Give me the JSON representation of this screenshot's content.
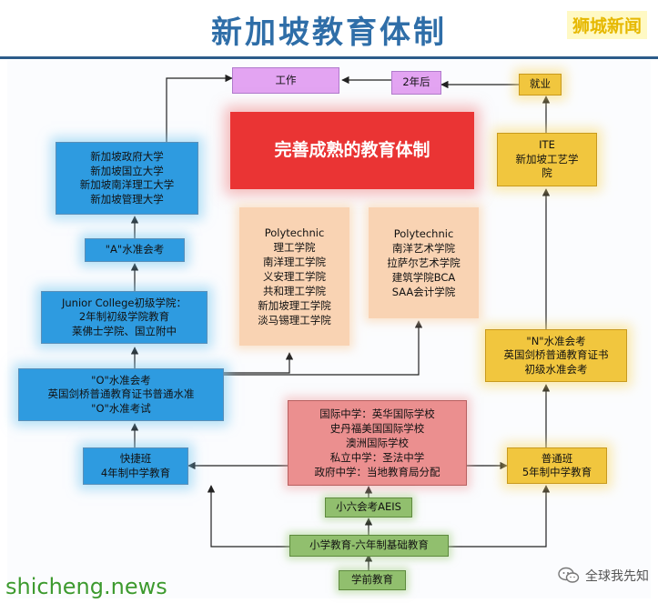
{
  "header": {
    "title": "新加坡教育体制",
    "brand": "狮城新闻"
  },
  "diagram": {
    "work": "工作",
    "after_two_years": "2年后",
    "employment": "就业",
    "center_title": "完善成熟的教育体制",
    "universities": [
      "新加坡政府大学",
      "新加坡国立大学",
      "新加坡南洋理工大学",
      "新加坡管理大学"
    ],
    "a_level": "\"A\"水准会考",
    "junior_college": [
      "Junior College初级学院：",
      "2年制初级学院教育",
      "莱佛士学院、国立附中"
    ],
    "o_level": [
      "\"O\"水准会考",
      "英国剑桥普通教育证书普通水准",
      "\"O\"水准考试"
    ],
    "express": [
      "快捷班",
      "4年制中学教育"
    ],
    "polytechnic_1": [
      "Polytechnic",
      "理工学院",
      "南洋理工学院",
      "义安理工学院",
      "共和理工学院",
      "新加坡理工学院",
      "淡马锡理工学院"
    ],
    "polytechnic_2": [
      "Polytechnic",
      "南洋艺术学院",
      "拉萨尔艺术学院",
      "建筑学院BCA",
      "SAA会计学院"
    ],
    "ite": [
      "ITE",
      "新加坡工艺学",
      "院"
    ],
    "n_level": [
      "\"N\"水准会考",
      "英国剑桥普通教育证书",
      "初级水准会考"
    ],
    "normal": [
      "普通班",
      "5年制中学教育"
    ],
    "international": [
      "国际中学：英华国际学校",
      "史丹福美国国际学校",
      "澳洲国际学校",
      "私立中学：圣法中学",
      "政府中学：当地教育局分配"
    ],
    "psle": "小六会考AEIS",
    "primary": "小学教育-六年制基础教育",
    "preschool": "学前教育"
  },
  "watermarks": {
    "site": "shicheng.news",
    "wechat": "全球我先知"
  },
  "colors": {
    "blue": "#2e9be0",
    "red": "#ea3434",
    "purple": "#e3a4f2",
    "orange": "#f9d3b3",
    "gold": "#f1c63e",
    "pink": "#eb8f8f",
    "green": "#91bf6e"
  }
}
